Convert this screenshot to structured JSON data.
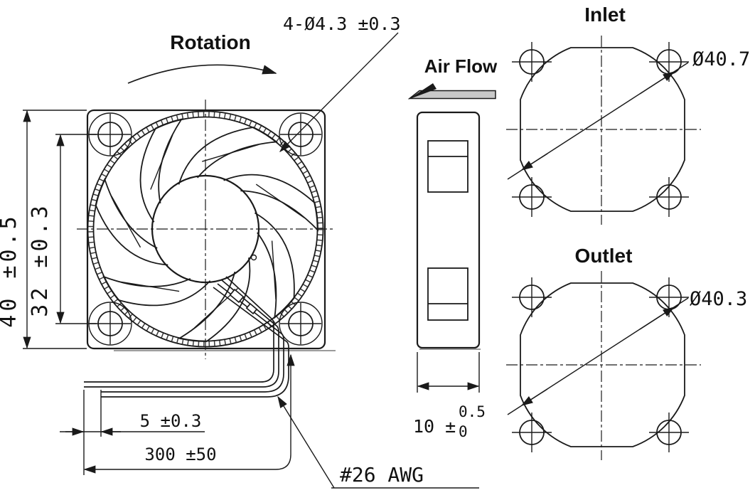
{
  "front_view": {
    "rotation_label": "Rotation",
    "mounting_holes_dim": "4-Ø4.3 ±0.3",
    "frame_size_dim": "40 ±0.5",
    "hole_pitch_dim": "32 ±0.3"
  },
  "side_view": {
    "air_flow_label": "Air Flow",
    "thickness_dim": "10 ±",
    "thickness_tol_upper": "0.5",
    "thickness_tol_lower": "0"
  },
  "inlet_view": {
    "label": "Inlet",
    "diameter_dim": "Ø40.7"
  },
  "outlet_view": {
    "label": "Outlet",
    "diameter_dim": "Ø40.3"
  },
  "lead_wires": {
    "bare_lead_dim": "5 ±0.3",
    "length_dim": "300 ±50",
    "gauge_label": "#26 AWG"
  },
  "colors": {
    "line": "#1a1a1a",
    "shadow": "#9b9b9b",
    "arrow_fill": "#c9c9c9",
    "background": "#ffffff"
  }
}
